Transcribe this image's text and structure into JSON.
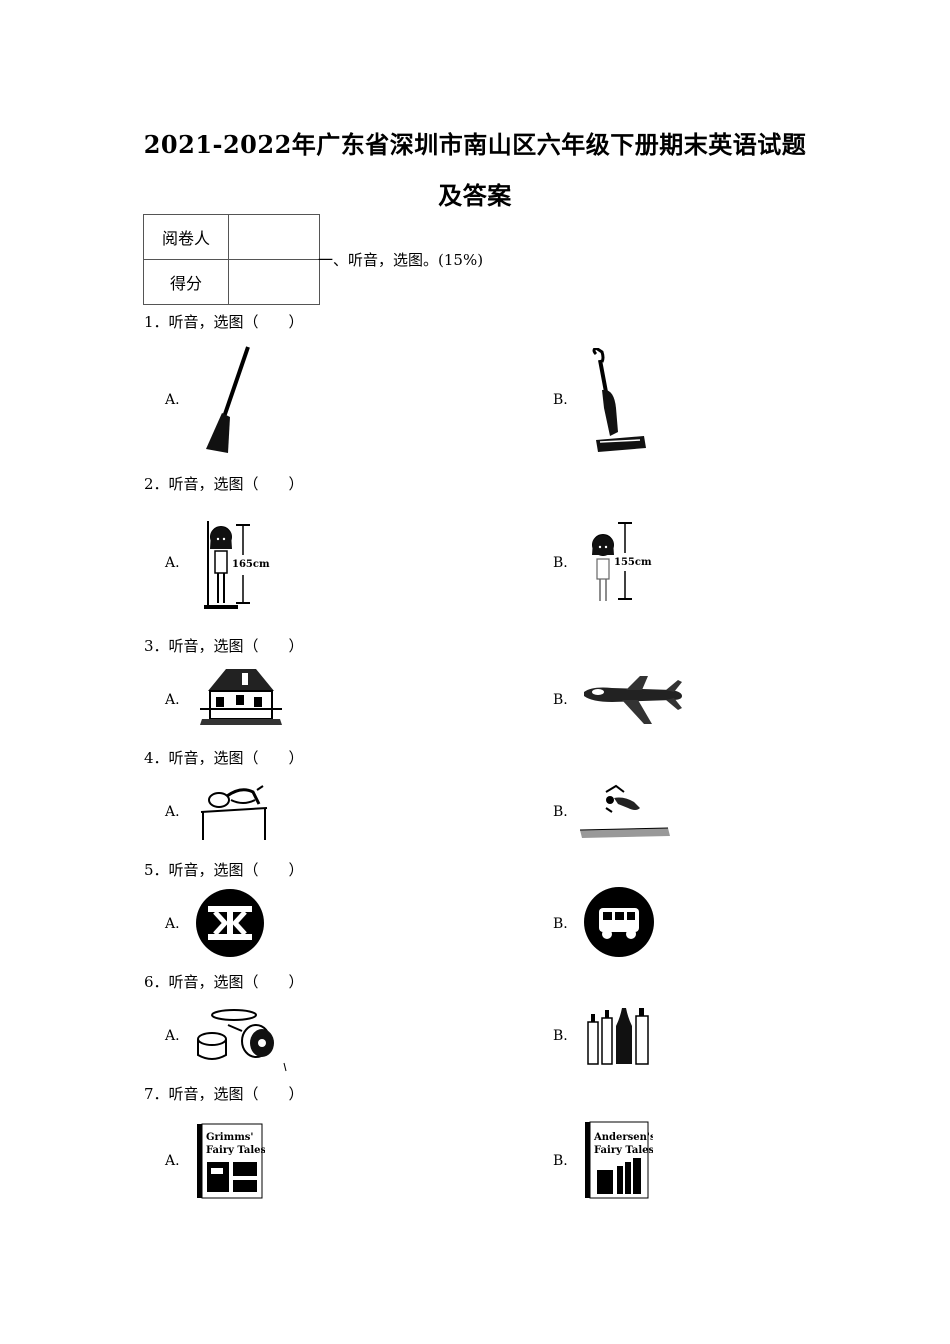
{
  "title": {
    "line1": "2021-2022年广东省深圳市南山区六年级下册期末英语试题",
    "line2": "及答案"
  },
  "score_table": {
    "reviewer_label": "阅卷人",
    "score_label": "得分"
  },
  "section": "一、听音，选图。(15%)",
  "questions": [
    {
      "label": "1．听音，选图（　　）",
      "a": "A.",
      "b": "B.",
      "a_pic": "broom-icon",
      "b_pic": "vacuum-cleaner-icon"
    },
    {
      "label": "2．听音，选图（　　）",
      "a": "A.",
      "b": "B.",
      "a_pic": "girl-height-icon",
      "b_pic": "girl-height-icon",
      "a_height": "165cm",
      "b_height": "155cm"
    },
    {
      "label": "3．听音，选图（　　）",
      "a": "A.",
      "b": "B.",
      "a_pic": "house-icon",
      "b_pic": "airplane-icon"
    },
    {
      "label": "4．听音，选图（　　）",
      "a": "A.",
      "b": "B.",
      "a_pic": "high-jump-icon",
      "b_pic": "long-jump-icon"
    },
    {
      "label": "5．听音，选图（　　）",
      "a": "A.",
      "b": "B.",
      "a_pic": "metro-logo-icon",
      "b_pic": "bus-sign-icon"
    },
    {
      "label": "6．听音，选图（　　）",
      "a": "A.",
      "b": "B.",
      "a_pic": "cans-icon",
      "b_pic": "bottles-icon"
    },
    {
      "label": "7．听音，选图（　　）",
      "a": "A.",
      "b": "B.",
      "a_pic": "book-icon",
      "b_pic": "book-icon",
      "a_book": "Grimms' Fairy Tales",
      "b_book": "Andersen's Fairy Tales",
      "a_book_l1": "Grimms'",
      "a_book_l2": "Fairy Tales",
      "b_book_l1": "Andersen's",
      "b_book_l2": "Fairy Tales"
    }
  ]
}
